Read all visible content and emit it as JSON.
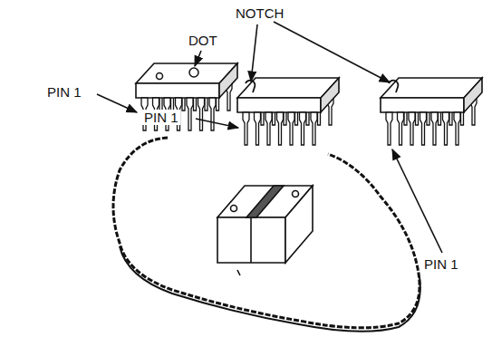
{
  "diagram": {
    "labels": [
      "NOTCH",
      "DOT",
      "PIN 1",
      "PIN 1",
      "PIN 1"
    ]
  }
}
